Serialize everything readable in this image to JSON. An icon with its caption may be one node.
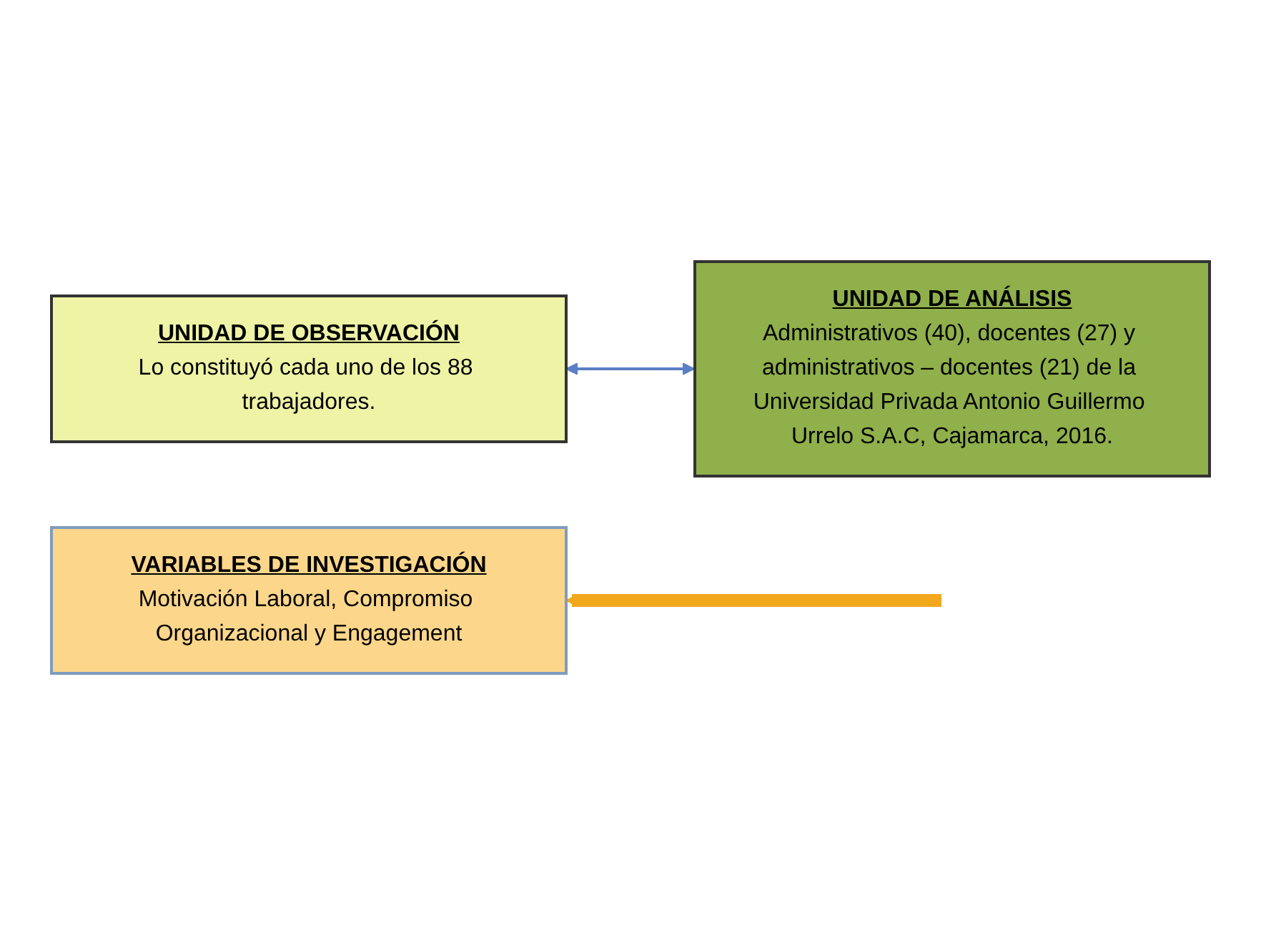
{
  "diagram": {
    "nodes": [
      {
        "text": [
          "VARIABLES DE INVESTIGACIÓN",
          "Motivación Laboral, Compromiso Organizacional y Engagement"
        ]
      },
      {
        "text": [
          "UNIDAD DE ANÁLISIS",
          "Administrativos (40), docentes (27) y administrativos – docentes (21) de la Universidad Privada Antonio Guillermo Urrelo S.A.C, Cajamarca, 2016."
        ]
      },
      {
        "text": [
          "UNIDAD DE OBSERVACIÓN",
          "Lo constituyó cada uno de los 88 trabajadores."
        ]
      }
    ],
    "edges": [
      {
        "from": 1,
        "to": 2,
        "arrow": "both",
        "color": "#5b7fc4"
      },
      {
        "from": null,
        "to": 0,
        "arrow": "to",
        "color": "#f2a81d",
        "style": "thick"
      }
    ]
  }
}
